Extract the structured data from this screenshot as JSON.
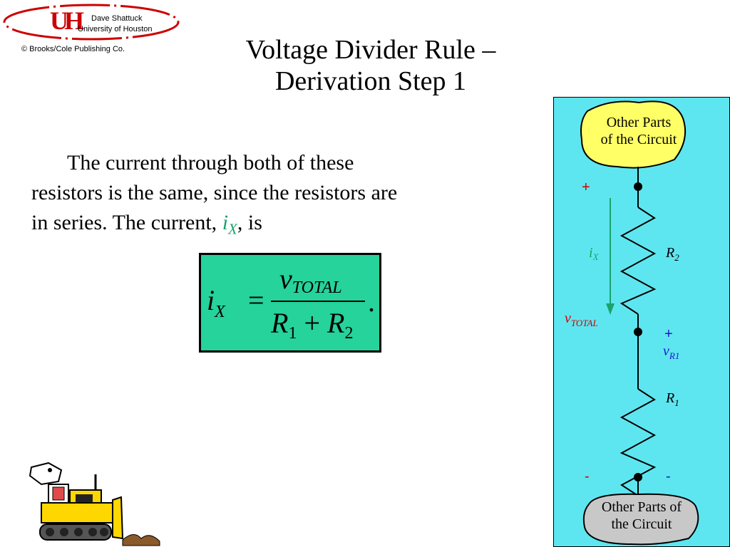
{
  "header": {
    "author": "Dave Shattuck",
    "university": "University of Houston",
    "publisher": "© Brooks/Cole Publishing Co.",
    "logo_letters": "UH"
  },
  "title": {
    "line1": "Voltage Divider Rule –",
    "line2": "Derivation Step 1"
  },
  "body": {
    "line1": "The current through both of these",
    "line2": "resistors is the same, since the resistors are",
    "line3_prefix": "in series.  The current, ",
    "current_symbol": "i",
    "current_sub": "X",
    "line3_suffix": ", is"
  },
  "equation": {
    "lhs_symbol": "i",
    "lhs_sub": "X",
    "equals": "=",
    "numerator_symbol": "v",
    "numerator_sub": "TOTAL",
    "denominator_r": "R",
    "denominator_sub1": "1",
    "plus": "+",
    "denominator_sub2": "2",
    "period": "."
  },
  "circuit": {
    "top_box": [
      "Other Parts",
      "of the Circuit"
    ],
    "bottom_box": [
      "Other Parts of",
      "the Circuit"
    ],
    "plus_top": "+",
    "minus_bottom_left": "-",
    "minus_bottom_right": "-",
    "plus_vr1": "+",
    "ix_symbol": "i",
    "ix_sub": "X",
    "vtotal_symbol": "v",
    "vtotal_sub": "TOTAL",
    "vr1_symbol": "v",
    "vr1_sub": "R1",
    "r2_symbol": "R",
    "r2_sub": "2",
    "r1_symbol": "R",
    "r1_sub": "1"
  },
  "colors": {
    "circuit_bg": "#5ee6f0",
    "top_box": "#ffff66",
    "bottom_box": "#c8c8c8",
    "equation_bg": "#26d39a",
    "current_green": "#1aa36b",
    "vtotal_red": "#cc0000",
    "vr1_blue": "#1a1acc",
    "logo_red": "#cc0000"
  }
}
